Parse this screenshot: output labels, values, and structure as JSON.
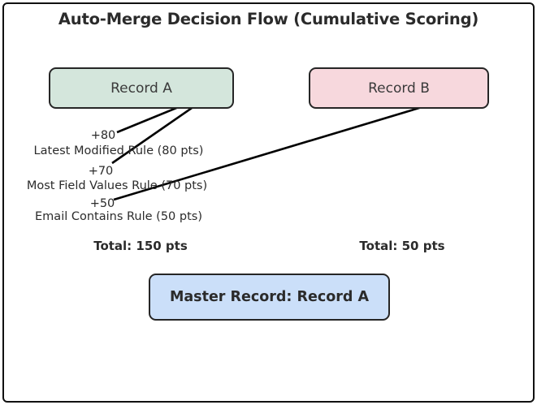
{
  "diagram": {
    "title": "Auto-Merge Decision Flow (Cumulative Scoring)",
    "background": "#ffffff",
    "border_color": "#111111",
    "nodes": [
      {
        "id": "record-a",
        "label": "Record A",
        "fill": "#d4e6dc",
        "stroke": "#262626"
      },
      {
        "id": "record-b",
        "label": "Record B",
        "fill": "#f7d8dd",
        "stroke": "#262626"
      },
      {
        "id": "master-record",
        "label": "Master Record: Record A",
        "fill": "#cbdff9",
        "stroke": "#262626"
      }
    ],
    "rules": [
      {
        "points_label": "+80",
        "rule_label": "Latest Modified Rule (80 pts)",
        "points": 80,
        "target": "record-a"
      },
      {
        "points_label": "+70",
        "rule_label": "Most Field Values Rule (70 pts)",
        "points": 70,
        "target": "record-a"
      },
      {
        "points_label": "+50",
        "rule_label": "Email Contains Rule (50 pts)",
        "points": 50,
        "target": "record-b"
      }
    ],
    "totals": [
      {
        "id": "total-record-a",
        "label": "Total: 150 pts",
        "value": 150
      },
      {
        "id": "total-record-b",
        "label": "Total: 50 pts",
        "value": 50
      }
    ],
    "arrow_color": "#000000"
  }
}
